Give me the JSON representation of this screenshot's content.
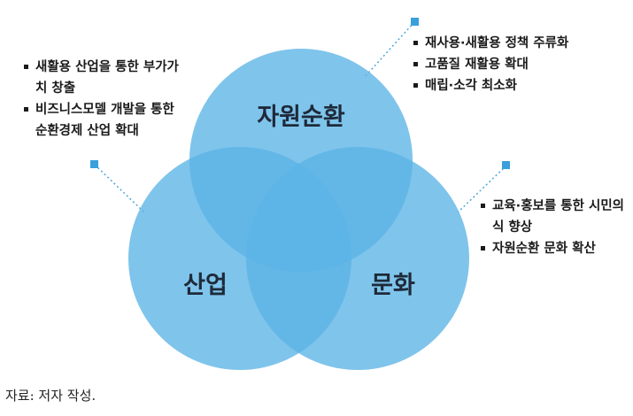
{
  "diagram": {
    "circles": [
      {
        "id": "top",
        "label": "자원순환"
      },
      {
        "id": "left",
        "label": "산업"
      },
      {
        "id": "right",
        "label": "문화"
      }
    ],
    "callouts": {
      "left": [
        "새활용 산업을 통한 부가가치 창출",
        "비즈니스모델 개발을 통한 순환경제 산업 확대"
      ],
      "top": [
        "재사용·새활용 정책 주류화",
        "고품질 재활용 확대",
        "매립·소각 최소화"
      ],
      "right": [
        "교육·홍보를 통한 시민의식 향상",
        "자원순환 문화 확산"
      ]
    },
    "colors": {
      "circle_fill": "#5bb4e5",
      "overlap": "#1d8fd4",
      "marker": "#3aa0dc",
      "leader_line": "#4aa6dc"
    }
  },
  "source_note": "자료: 저자 작성."
}
